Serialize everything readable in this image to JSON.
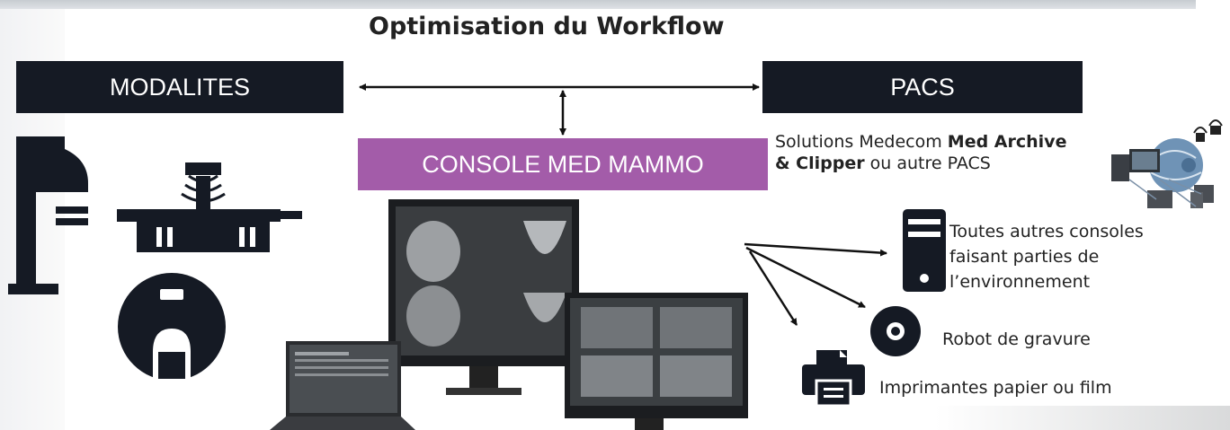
{
  "title": "Optimisation du Workflow",
  "nodes": {
    "modalites": "MODALITES",
    "pacs": "PACS",
    "console": "CONSOLE MED MAMMO"
  },
  "pacs_description": {
    "line1_prefix": "Solutions Medecom ",
    "line1_bold": "Med Archive",
    "line2_bold": "& Clipper",
    "line2_suffix": " ou autre PACS"
  },
  "outputs": {
    "consoles": [
      "Toutes autres consoles",
      "faisant parties de",
      "l’environnement"
    ],
    "robot": "Robot de gravure",
    "printers": "Imprimantes papier ou film"
  },
  "colors": {
    "dark_box": "#151a24",
    "console_box": "#a35ca9",
    "icon": "#151a24"
  },
  "icons": [
    "mammography-unit-icon",
    "ultrasound-table-icon",
    "mri-scanner-icon",
    "monitor-icon",
    "laptop-icon",
    "network-globe-icon",
    "computer-tower-icon",
    "disc-icon",
    "printer-icon"
  ]
}
